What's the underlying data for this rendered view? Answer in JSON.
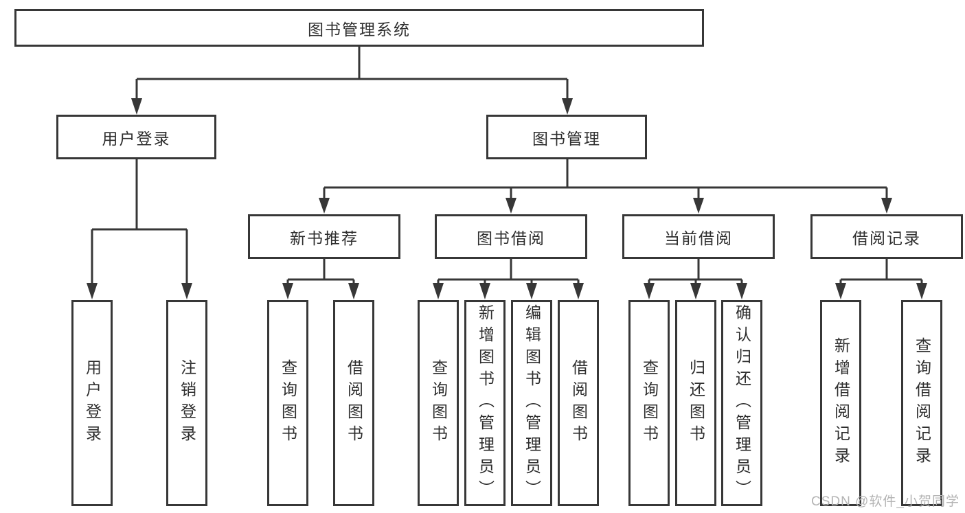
{
  "diagram": {
    "type": "tree",
    "title": "图书管理系统"
  },
  "style": {
    "line_color": "#373737",
    "box_border_color": "#373737",
    "text_color": "#2e2e2e",
    "watermark_color": "#b4b4b4",
    "background": "#ffffff"
  },
  "tree": {
    "label": "图书管理系统",
    "children": [
      {
        "label": "用户登录",
        "children": [
          {
            "label": "用户登录"
          },
          {
            "label": "注销登录"
          }
        ]
      },
      {
        "label": "图书管理",
        "children": [
          {
            "label": "新书推荐",
            "children": [
              {
                "label": "查询图书"
              },
              {
                "label": "借阅图书"
              }
            ]
          },
          {
            "label": "图书借阅",
            "children": [
              {
                "label": "查询图书"
              },
              {
                "label": "新增图书（管理员）"
              },
              {
                "label": "编辑图书（管理员）"
              },
              {
                "label": "借阅图书"
              }
            ]
          },
          {
            "label": "当前借阅",
            "children": [
              {
                "label": "查询图书"
              },
              {
                "label": "归还图书"
              },
              {
                "label": "确认归还（管理员）"
              }
            ]
          },
          {
            "label": "借阅记录",
            "children": [
              {
                "label": "新增借阅记录"
              },
              {
                "label": "查询借阅记录"
              }
            ]
          }
        ]
      }
    ]
  },
  "watermark": {
    "text": "CSDN @软件_小贺同学"
  }
}
